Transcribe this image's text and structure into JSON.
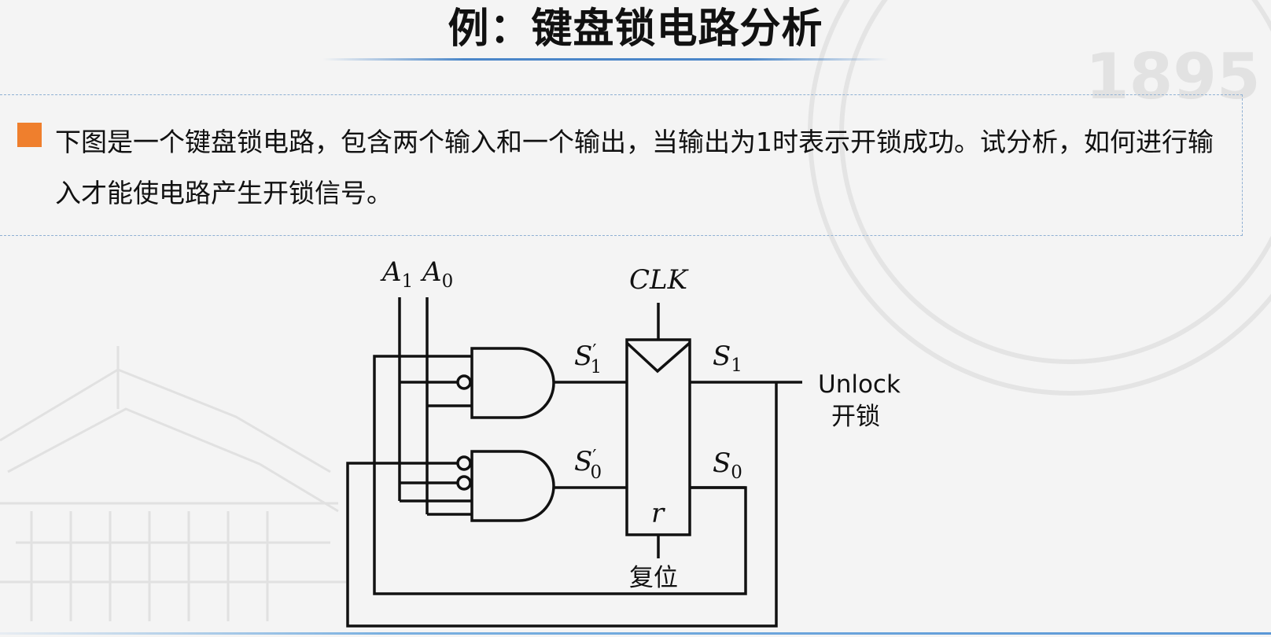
{
  "slide": {
    "title": "例：键盘锁电路分析",
    "problem_text": "下图是一个键盘锁电路，包含两个输入和一个输出，当输出为1时表示开锁成功。试分析，如何进行输入才能使电路产生开锁信号。"
  },
  "circuit": {
    "input_a1": "A",
    "input_a1_sub": "1",
    "input_a0": "A",
    "input_a0_sub": "0",
    "clock_label": "CLK",
    "gate1_out": "S",
    "gate1_out_prime": "′",
    "gate1_out_sub": "1",
    "gate0_out": "S",
    "gate0_out_prime": "′",
    "gate0_out_sub": "0",
    "q1_label": "S",
    "q1_sub": "1",
    "q0_label": "S",
    "q0_sub": "0",
    "reset_pin_label": "r",
    "reset_text": "复位",
    "output_en": "Unlock",
    "output_zh": "开锁"
  },
  "watermark": {
    "seal_text": "1895",
    "seal_color": "#e2e2e2"
  },
  "colors": {
    "bullet": "#ef7f2d",
    "accent_line": "#4a86c8",
    "dashed_border": "#8fb0d3",
    "background": "#f4f4f4"
  }
}
